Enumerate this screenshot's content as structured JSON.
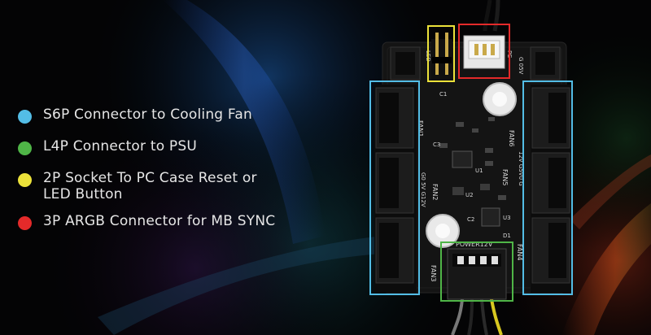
{
  "colors": {
    "cyan": "#53bde6",
    "green": "#4fb547",
    "yellow": "#ece23a",
    "red": "#e42a2a",
    "board": "#141414",
    "silk": "#d6d6d6"
  },
  "legend": {
    "items": [
      {
        "label": "S6P Connector to Cooling Fan",
        "color": "#53bde6"
      },
      {
        "label": "L4P Connector to PSU",
        "color": "#4fb547"
      },
      {
        "label": "2P Socket To PC Case Reset or\nLED Button",
        "color": "#ece23a"
      },
      {
        "label": "3P ARGB Connector for MB SYNC",
        "color": "#e42a2a"
      }
    ]
  },
  "board": {
    "silk": {
      "fan1": "FAN1",
      "fan2": "FAN2",
      "fan3": "FAN3",
      "fan4": "FAN4",
      "fan5": "FAN5",
      "fan6": "FAN6",
      "power": "POWER12V",
      "pc": "PC",
      "led": "LED",
      "fan2_pins": "G0 5V G12V",
      "fan6_pins": "12V G5V0 G",
      "top_pins": "G 05V",
      "u1": "U1",
      "u2": "U2",
      "u3": "U3",
      "c1": "C1",
      "c2": "C2",
      "c3": "C3",
      "d1": "D1"
    }
  }
}
